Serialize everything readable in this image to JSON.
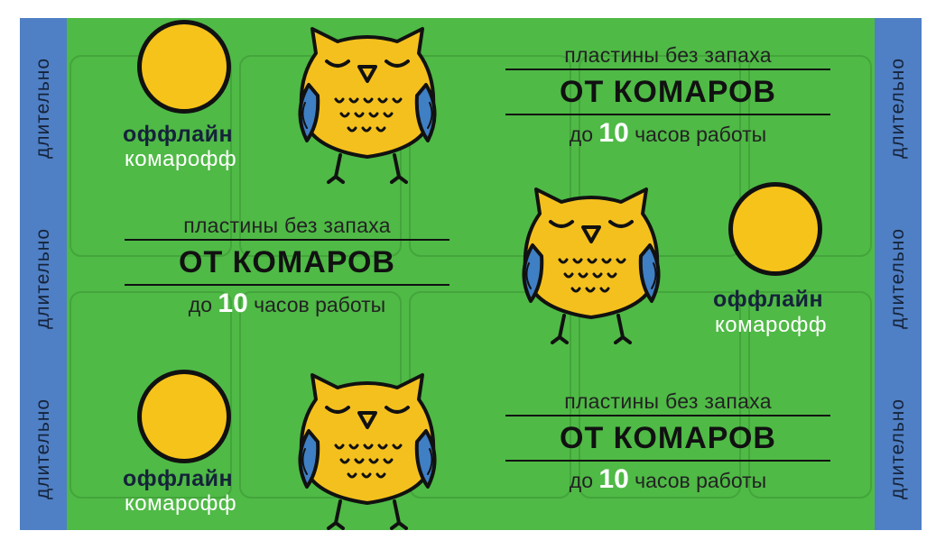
{
  "band_text": "длительно",
  "brand": {
    "name": "оффлайн",
    "sub": "комарофф"
  },
  "tagline": {
    "line1": "пластины без запаха",
    "line2": "ОТ КОМАРОВ",
    "line3_prefix": "до",
    "line3_number": "10",
    "line3_mid": "часов",
    "line3_suffix": "работы"
  },
  "colors": {
    "background": "#4fba46",
    "band": "#4f7fc4",
    "circle": "#f6c31a",
    "owl": "#f4c01e",
    "wing": "#3f7fc4"
  }
}
